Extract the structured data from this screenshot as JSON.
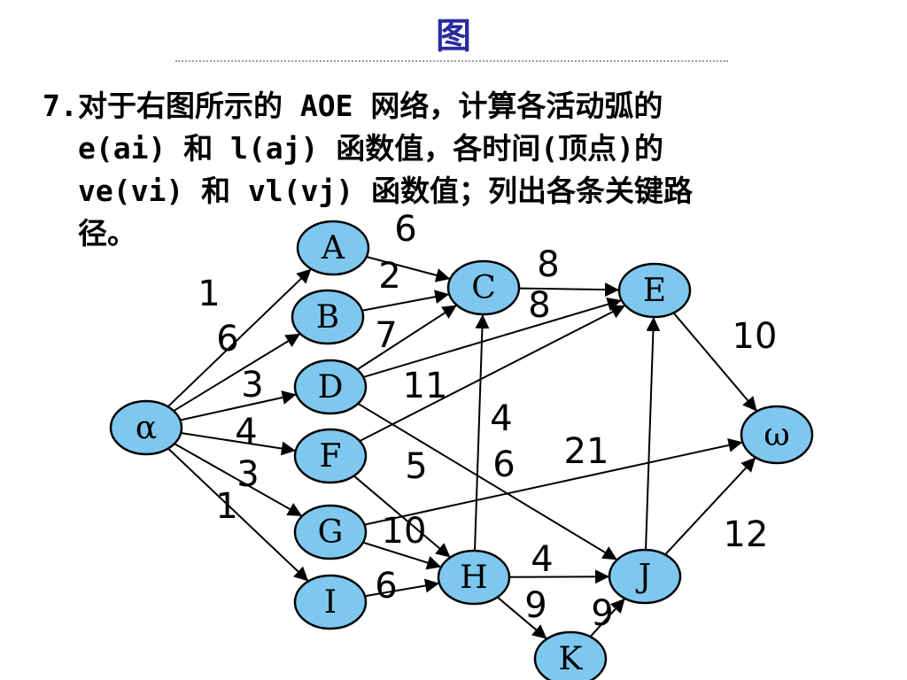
{
  "header": {
    "title": "图"
  },
  "question": {
    "number": "7.",
    "lines": [
      "对于右图所示的 AOE 网络，计算各活动弧的",
      "e(ai) 和 l(aj) 函数值，各时间(顶点)的",
      "ve(vi) 和 vl(vj) 函数值；列出各条关键路",
      "径。"
    ]
  },
  "diagram": {
    "node_color": "#7ec8f0",
    "nodes": [
      {
        "id": "alpha",
        "label": "α"
      },
      {
        "id": "A",
        "label": "A"
      },
      {
        "id": "B",
        "label": "B"
      },
      {
        "id": "C",
        "label": "C"
      },
      {
        "id": "D",
        "label": "D"
      },
      {
        "id": "E",
        "label": "E"
      },
      {
        "id": "F",
        "label": "F"
      },
      {
        "id": "G",
        "label": "G"
      },
      {
        "id": "H",
        "label": "H"
      },
      {
        "id": "I",
        "label": "I"
      },
      {
        "id": "J",
        "label": "J"
      },
      {
        "id": "K",
        "label": "K"
      },
      {
        "id": "omega",
        "label": "ω"
      }
    ],
    "edges": [
      {
        "from": "alpha",
        "to": "A",
        "weight": "1"
      },
      {
        "from": "alpha",
        "to": "B",
        "weight": "6"
      },
      {
        "from": "alpha",
        "to": "D",
        "weight": "3"
      },
      {
        "from": "alpha",
        "to": "F",
        "weight": "4"
      },
      {
        "from": "alpha",
        "to": "G",
        "weight": "3"
      },
      {
        "from": "alpha",
        "to": "I",
        "weight": "1"
      },
      {
        "from": "A",
        "to": "C",
        "weight": "6"
      },
      {
        "from": "B",
        "to": "C",
        "weight": "2"
      },
      {
        "from": "D",
        "to": "C",
        "weight": "7"
      },
      {
        "from": "C",
        "to": "E",
        "weight": "8"
      },
      {
        "from": "D",
        "to": "E",
        "weight": "8"
      },
      {
        "from": "F",
        "to": "E",
        "weight": "11"
      },
      {
        "from": "H",
        "to": "C",
        "weight": "4"
      },
      {
        "from": "D",
        "to": "J",
        "weight": "6"
      },
      {
        "from": "F",
        "to": "H",
        "weight": "5"
      },
      {
        "from": "G",
        "to": "omega",
        "weight": "21"
      },
      {
        "from": "G",
        "to": "H",
        "weight": "10"
      },
      {
        "from": "I",
        "to": "H",
        "weight": "6"
      },
      {
        "from": "H",
        "to": "J",
        "weight": "4"
      },
      {
        "from": "H",
        "to": "K",
        "weight": "9"
      },
      {
        "from": "K",
        "to": "J",
        "weight": "9"
      },
      {
        "from": "J",
        "to": "E",
        "weight": ""
      },
      {
        "from": "J",
        "to": "omega",
        "weight": "12"
      },
      {
        "from": "E",
        "to": "omega",
        "weight": "10"
      }
    ]
  }
}
